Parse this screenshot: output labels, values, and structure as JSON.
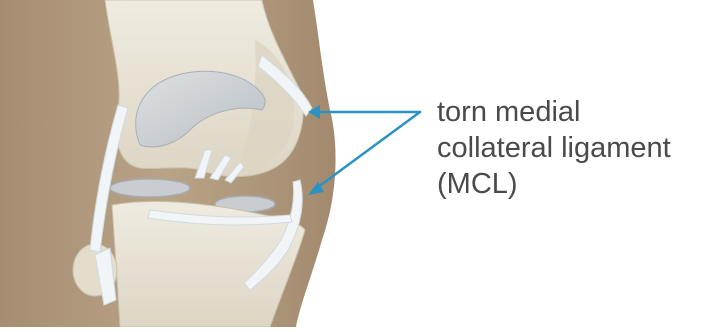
{
  "figure": {
    "subject": "knee-joint-illustration",
    "annotation": {
      "lines": [
        "torn medial",
        "collateral ligament",
        "(MCL)"
      ]
    },
    "colors": {
      "skin": "#b59e82",
      "bone": "#ebe6d9",
      "cartilage": "#d0d4d7",
      "ligament": "#f1f5f7",
      "arrow": "#2b93c4",
      "text": "#4a4a4a"
    }
  }
}
